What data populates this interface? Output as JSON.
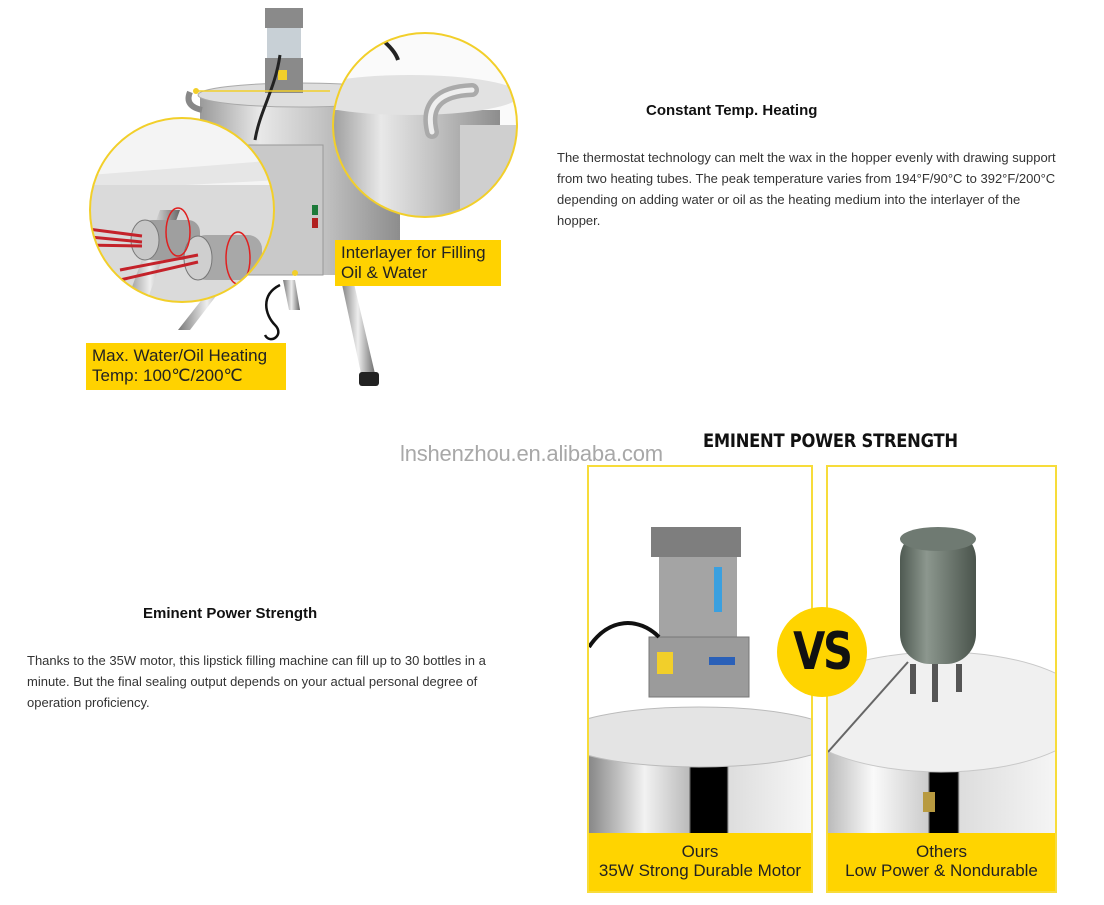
{
  "section1": {
    "image": {
      "alt": "Wax heating hopper machine with zoomed details",
      "callouts": {
        "interlayer_line1": "Interlayer for Filling",
        "interlayer_line2": "Oil & Water",
        "maxtemp_line1": "Max. Water/Oil Heating",
        "maxtemp_line2": "Temp: 100℃/200℃"
      },
      "accent_color": "#ffd200"
    },
    "heading": "Constant Temp. Heating",
    "paragraph": "The thermostat technology can melt the wax in the hopper evenly with drawing support from two heating tubes. The peak temperature varies from 194°F/90°C to 392°F/200°C depending on adding water or oil as the heating medium into the interlayer of the hopper."
  },
  "watermark": "lnshenzhou.en.alibaba.com",
  "section2": {
    "heading": "Eminent Power Strength",
    "paragraph": "Thanks to the 35W motor, this lipstick filling machine can fill up to 30 bottles in a minute. But the final sealing output depends on your actual personal degree of operation proficiency.",
    "image": {
      "banner_title": "EMINENT POWER STRENGTH",
      "vs_label": "VS",
      "left_panel": {
        "caption_line1": "Ours",
        "caption_line2": "35W Strong Durable Motor"
      },
      "right_panel": {
        "caption_line1": "Others",
        "caption_line2": "Low Power & Nondurable"
      },
      "accent_color": "#ffd400"
    }
  }
}
